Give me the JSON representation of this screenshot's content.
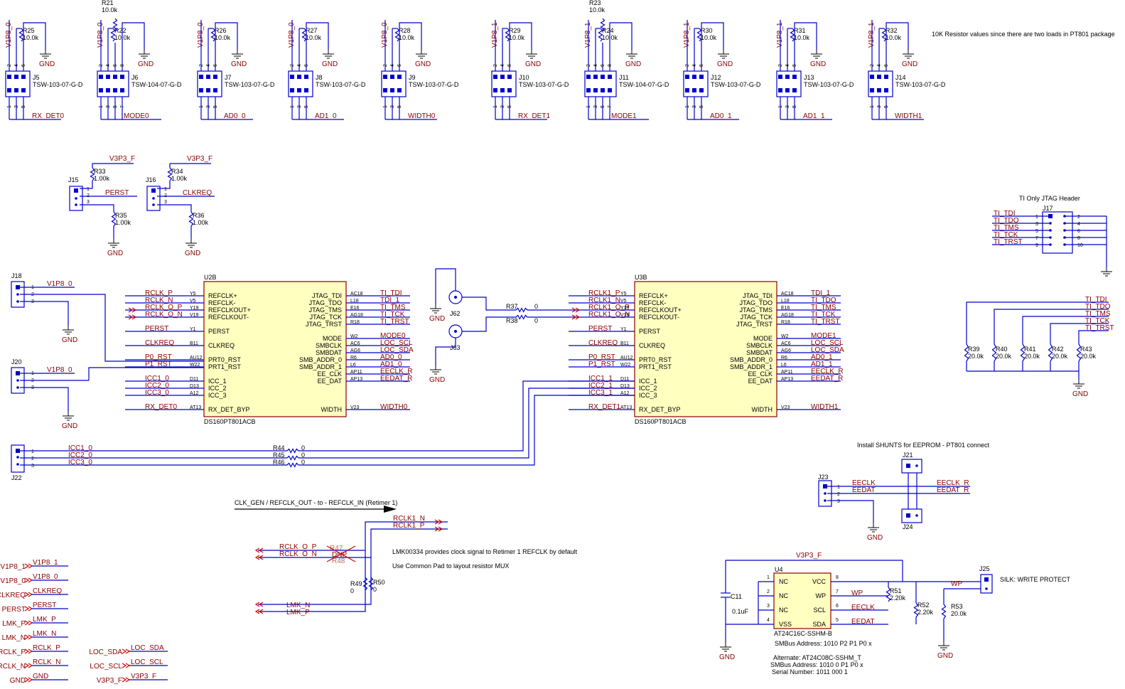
{
  "headers_top": [
    {
      "ref": "J5",
      "part": "TSW-103-07-G-D",
      "rail": "V1P8_0",
      "res": "R25",
      "val": "10.0k",
      "net": "RX_DET0",
      "pins_top": [
        "2",
        "4",
        "6"
      ],
      "pins_bot": [
        "1",
        "3",
        "5"
      ]
    },
    {
      "ref": "J6",
      "part": "TSW-104-07-G-D",
      "rail": "V1P8_0",
      "res": "R22",
      "val": "10.0k",
      "res2": "R21",
      "val2": "10.0k",
      "net": "MODE0",
      "pins_top": [
        "2",
        "4",
        "6",
        "8"
      ],
      "pins_bot": [
        "1",
        "3",
        "5",
        "7"
      ]
    },
    {
      "ref": "J7",
      "part": "TSW-103-07-G-D",
      "rail": "V1P8_0",
      "res": "R26",
      "val": "10.0k",
      "net": "AD0_0",
      "pins_top": [
        "2",
        "4",
        "6"
      ],
      "pins_bot": [
        "1",
        "3",
        "5"
      ]
    },
    {
      "ref": "J8",
      "part": "TSW-103-07-G-D",
      "rail": "V1P8_0",
      "res": "R27",
      "val": "10.0k",
      "net": "AD1_0",
      "pins_top": [
        "2",
        "4",
        "6"
      ],
      "pins_bot": [
        "1",
        "3",
        "5"
      ]
    },
    {
      "ref": "J9",
      "part": "TSW-103-07-G-D",
      "rail": "V1P8_0",
      "res": "R28",
      "val": "10.0k",
      "net": "WIDTH0",
      "pins_top": [
        "2",
        "4",
        "6"
      ],
      "pins_bot": [
        "1",
        "3",
        "5"
      ]
    },
    {
      "ref": "J10",
      "part": "TSW-103-07-G-D",
      "rail": "V1P8_1",
      "res": "R29",
      "val": "10.0k",
      "net": "RX_DET1",
      "pins_top": [
        "2",
        "4",
        "6"
      ],
      "pins_bot": [
        "1",
        "3",
        "5"
      ]
    },
    {
      "ref": "J11",
      "part": "TSW-104-07-G-D",
      "rail": "V1P8_1",
      "res": "R24",
      "val": "10.0k",
      "res2": "R23",
      "val2": "10.0k",
      "net": "MODE1",
      "pins_top": [
        "2",
        "4",
        "6",
        "8"
      ],
      "pins_bot": [
        "1",
        "3",
        "5",
        "7"
      ]
    },
    {
      "ref": "J12",
      "part": "TSW-103-07-G-D",
      "rail": "V1P8_1",
      "res": "R30",
      "val": "10.0k",
      "net": "AD0_1",
      "pins_top": [
        "2",
        "4",
        "6"
      ],
      "pins_bot": [
        "1",
        "3",
        "5"
      ]
    },
    {
      "ref": "J13",
      "part": "TSW-103-07-G-D",
      "rail": "V1P8_1",
      "res": "R31",
      "val": "10.0k",
      "net": "AD1_1",
      "pins_top": [
        "2",
        "4",
        "6"
      ],
      "pins_bot": [
        "1",
        "3",
        "5"
      ]
    },
    {
      "ref": "J14",
      "part": "TSW-103-07-G-D",
      "rail": "V1P8_1",
      "res": "R32",
      "val": "10.0k",
      "net": "WIDTH1",
      "pins_top": [
        "2",
        "4",
        "6"
      ],
      "pins_bot": [
        "1",
        "3",
        "5"
      ]
    }
  ],
  "gnd": "GND",
  "note_10k": "10K Resistor values since there are two loads in PT801 package",
  "j15": {
    "ref": "J15",
    "rail": "V3P3_F",
    "rtop": "R33",
    "rtop_val": "1.00k",
    "rbot": "R35",
    "rbot_val": "1.00k",
    "net": "PERST",
    "pins": [
      "1",
      "2",
      "3"
    ]
  },
  "j16": {
    "ref": "J16",
    "rail": "V3P3_F",
    "rtop": "R34",
    "rtop_val": "1.00k",
    "rbot": "R36",
    "rbot_val": "1.00k",
    "net": "CLKREQ",
    "pins": [
      "1",
      "2",
      "3"
    ]
  },
  "jtag": {
    "title": "TI Only JTAG Header",
    "ref": "J17",
    "left_nets": [
      "TI_TDI",
      "TI_TDO",
      "TI_TMS",
      "TI_TCK",
      "TI_TRST"
    ],
    "left_pins": [
      "1",
      "3",
      "5",
      "7",
      "9"
    ],
    "right_pins": [
      "2",
      "4",
      "6",
      "8",
      "10"
    ]
  },
  "pulldowns": {
    "nets": [
      "TI_TDI",
      "TI_TDO",
      "TI_TMS",
      "TI_TCK",
      "TI_TRST"
    ],
    "refs": [
      "R39",
      "R40",
      "R41",
      "R42",
      "R43"
    ],
    "val": "20.0k"
  },
  "j18": {
    "ref": "J18",
    "net": "V1P8_0",
    "pins": [
      "1",
      "2",
      "3"
    ]
  },
  "j20": {
    "ref": "J20",
    "net": "V1P8_0",
    "pins": [
      "1",
      "2",
      "3"
    ]
  },
  "u2": {
    "ref": "U2B",
    "part": "DS160PT801ACB",
    "left": [
      {
        "net": "RCLK_P",
        "pin": "Y5",
        "name": "REFCLK+"
      },
      {
        "net": "RCLK_N",
        "pin": "V5",
        "name": "REFCLK-"
      },
      {
        "net": "RCLK_O_P",
        "pin": "Y19",
        "name": "REFCLKOUT+"
      },
      {
        "net": "RCLK_O_N",
        "pin": "V19",
        "name": "REFCLKOUT-"
      },
      {
        "net": "PERST",
        "pin": "Y1",
        "name": "PERST"
      },
      {
        "net": "CLKREQ",
        "pin": "B11",
        "name": "CLKREQ"
      },
      {
        "net": "P0_RST",
        "pin": "AU12",
        "name": "PRT0_RST"
      },
      {
        "net": "P1_RST",
        "pin": "W22",
        "name": "PRT1_RST"
      },
      {
        "net": "ICC1_0",
        "pin": "D11",
        "name": "ICC_1"
      },
      {
        "net": "ICC2_0",
        "pin": "D13",
        "name": "ICC_2"
      },
      {
        "net": "ICC3_0",
        "pin": "A12",
        "name": "ICC_3"
      },
      {
        "net": "RX_DET0",
        "pin": "AT13",
        "name": "RX_DET_BYP"
      }
    ],
    "right": [
      {
        "net": "TI_TDI",
        "pin": "AC18",
        "name": "JTAG_TDI"
      },
      {
        "net": "TDI_1",
        "pin": "L18",
        "name": "JTAG_TDO"
      },
      {
        "net": "TI_TMS",
        "pin": "E16",
        "name": "JTAG_TMS"
      },
      {
        "net": "TI_TCK",
        "pin": "AG18",
        "name": "JTAG_TCK"
      },
      {
        "net": "TI_TRST",
        "pin": "R18",
        "name": "JTAG_TRST"
      },
      {
        "net": "MODE0",
        "pin": "W2",
        "name": "MODE"
      },
      {
        "net": "LOC_SCL",
        "pin": "AC6",
        "name": "SMBCLK"
      },
      {
        "net": "LOC_SDA",
        "pin": "AG6",
        "name": "SMBDAT"
      },
      {
        "net": "AD0_0",
        "pin": "R6",
        "name": "SMB_ADDR_0"
      },
      {
        "net": "AD1_0",
        "pin": "L6",
        "name": "SMB_ADDR_1"
      },
      {
        "net": "EECLK_R",
        "pin": "AP11",
        "name": "EE_CLK"
      },
      {
        "net": "EEDAT_R",
        "pin": "AP13",
        "name": "EE_DAT"
      },
      {
        "net": "WIDTH0",
        "pin": "V23",
        "name": "WIDTH"
      }
    ]
  },
  "u3": {
    "ref": "U3B",
    "part": "DS160PT801ACB",
    "left": [
      {
        "net": "RCLK1_P",
        "pin": "Y5",
        "name": "REFCLK+"
      },
      {
        "net": "RCLK1_N",
        "pin": "V5",
        "name": "REFCLK-"
      },
      {
        "net": "RCLK1_O_P",
        "pin": "Y19",
        "name": "REFCLKOUT+"
      },
      {
        "net": "RCLK1_O_N",
        "pin": "V19",
        "name": "REFCLKOUT-"
      },
      {
        "net": "PERST",
        "pin": "Y1",
        "name": "PERST"
      },
      {
        "net": "CLKREQ",
        "pin": "B11",
        "name": "CLKREQ"
      },
      {
        "net": "P0_RST",
        "pin": "AU12",
        "name": "PRT0_RST"
      },
      {
        "net": "P1_RST",
        "pin": "W22",
        "name": "PRT1_RST"
      },
      {
        "net": "ICC1_1",
        "pin": "D11",
        "name": "ICC_1"
      },
      {
        "net": "ICC2_1",
        "pin": "D13",
        "name": "ICC_2"
      },
      {
        "net": "ICC3_1",
        "pin": "A12",
        "name": "ICC_3"
      },
      {
        "net": "RX_DET1",
        "pin": "AT13",
        "name": "RX_DET_BYP"
      }
    ],
    "right": [
      {
        "net": "TDI_1",
        "pin": "AC18",
        "name": "JTAG_TDI"
      },
      {
        "net": "TI_TDO",
        "pin": "L18",
        "name": "JTAG_TDO"
      },
      {
        "net": "TI_TMS",
        "pin": "E16",
        "name": "JTAG_TMS"
      },
      {
        "net": "TI_TCK",
        "pin": "AG18",
        "name": "JTAG_TCK"
      },
      {
        "net": "TI_TRST",
        "pin": "R18",
        "name": "JTAG_TRST"
      },
      {
        "net": "MODE1",
        "pin": "W2",
        "name": "MODE"
      },
      {
        "net": "LOC_SCL",
        "pin": "AC6",
        "name": "SMBCLK"
      },
      {
        "net": "LOC_SDA",
        "pin": "AG6",
        "name": "SMBDAT"
      },
      {
        "net": "AD0_1",
        "pin": "R6",
        "name": "SMB_ADDR_0"
      },
      {
        "net": "AD1_1",
        "pin": "L6",
        "name": "SMB_ADDR_1"
      },
      {
        "net": "EECLK_R",
        "pin": "AP11",
        "name": "EE_CLK"
      },
      {
        "net": "EEDAT_R",
        "pin": "AP13",
        "name": "EE_DAT"
      },
      {
        "net": "WIDTH1",
        "pin": "V23",
        "name": "WIDTH"
      }
    ]
  },
  "sma": {
    "j62": "J62",
    "j63": "J63",
    "r37": "R37",
    "r37_val": "0",
    "r38": "R38",
    "r38_val": "0"
  },
  "j22": {
    "ref": "J22",
    "nets": [
      "ICC1_0",
      "ICC2_0",
      "ICC3_0"
    ],
    "refs": [
      "R44",
      "R45",
      "R46"
    ],
    "val": "0",
    "pins": [
      "1",
      "2",
      "3"
    ]
  },
  "eeprom_hdr": {
    "title": "Install SHUNTS for EEPROM - PT801 connect",
    "j21": "J21",
    "j23": "J23",
    "j24": "J24",
    "left_nets": [
      "EECLK",
      "EEDAT"
    ],
    "right_nets": [
      "EECLK_R",
      "EEDAT_R"
    ],
    "pins": [
      "1",
      "2",
      "3"
    ]
  },
  "clk_section": {
    "title": "CLK_GEN / REFCLK_OUT - to - REFCLK_IN (Retimer 1)",
    "out_nets": [
      "RCLK1_N",
      "RCLK1_P"
    ],
    "in_nets": [
      "RCLK_O_P",
      "RCLK_O_N"
    ],
    "lmk_nets": [
      "LMK_N",
      "LMK_P"
    ],
    "r47": "R47",
    "r48": "R48",
    "dnp": "DNP",
    "r49": "R49",
    "r49_val": "0",
    "r50": "R50",
    "r50_val": "0",
    "note1": "LMK00334 provides clock signal to Retimer 1 REFCLK by default",
    "note2": "Use Common Pad to layout resistor MUX"
  },
  "net_aliases_left": [
    {
      "port": "V1P8_1",
      "net": "V1P8_1"
    },
    {
      "port": "V1P8_0",
      "net": "V1P8_0"
    },
    {
      "port": "CLKREQ",
      "net": "CLKREQ"
    },
    {
      "port": "PERST",
      "net": "PERST"
    },
    {
      "port": "LMK_P",
      "net": "LMK_P"
    },
    {
      "port": "LMK_N",
      "net": "LMK_N"
    },
    {
      "port": "RCLK_P",
      "net": "RCLK_P"
    },
    {
      "port": "RCLK_N",
      "net": "RCLK_N"
    },
    {
      "port": "GND",
      "net": "GND"
    }
  ],
  "net_aliases_right": [
    {
      "port": "LOC_SDA",
      "net": "LOC_SDA"
    },
    {
      "port": "LOC_SCL",
      "net": "LOC_SCL"
    },
    {
      "port": "V3P3_F",
      "net": "V3P3_F"
    }
  ],
  "u4": {
    "ref": "U4",
    "part": "AT24C16C-SSHM-B",
    "rail": "V3P3_F",
    "left": [
      {
        "pin": "1",
        "name": "NC"
      },
      {
        "pin": "2",
        "name": "NC"
      },
      {
        "pin": "3",
        "name": "NC"
      },
      {
        "pin": "4",
        "name": "VSS"
      }
    ],
    "right": [
      {
        "pin": "8",
        "name": "VCC",
        "net": ""
      },
      {
        "pin": "7",
        "name": "WP",
        "net": "WP"
      },
      {
        "pin": "6",
        "name": "SCL",
        "net": "EECLK"
      },
      {
        "pin": "5",
        "name": "SDA",
        "net": "EEDAT"
      }
    ],
    "c11": "C11",
    "c11_val": "0.1uF",
    "r51": "R51",
    "r51_val": "2.20k",
    "r52": "R52",
    "r52_val": "2.20k",
    "r53": "R53",
    "r53_val": "20.0k",
    "wp": "WP",
    "j25": "J25",
    "silk": "SILK:  WRITE PROTECT",
    "smbus1": "SMBus Address:  1010 P2 P1 P0 x",
    "alt": "Alternate: AT24C08C-SSHM_T",
    "smbus2": "SMBus Address:  1010 0 P1 P0 x",
    "serial": "Serial Number:  1011 000 1"
  }
}
